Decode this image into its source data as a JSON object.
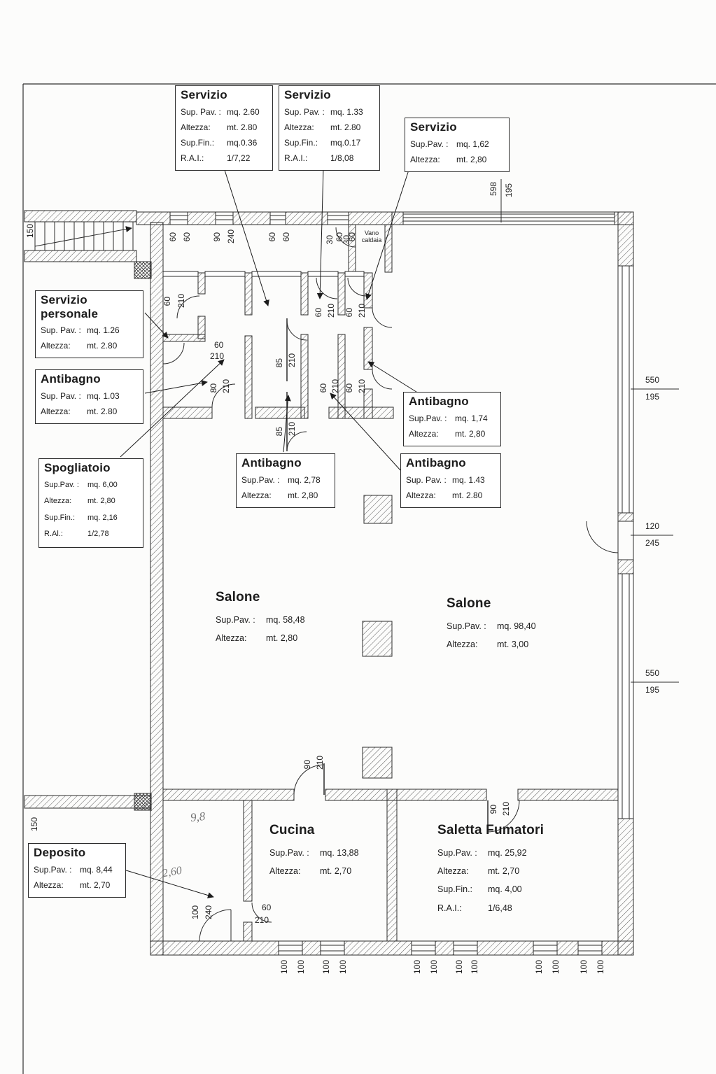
{
  "boxes": {
    "servizio1": {
      "title": "Servizio",
      "rows": [
        {
          "l": "Sup. Pav. :",
          "v": "mq. 2.60"
        },
        {
          "l": "Altezza:",
          "v": "mt. 2.80"
        },
        {
          "l": "Sup.Fin.:",
          "v": "mq.0.36"
        },
        {
          "l": "R.A.I.:",
          "v": "1/7,22"
        }
      ]
    },
    "servizio2": {
      "title": "Servizio",
      "rows": [
        {
          "l": "Sup. Pav. :",
          "v": "mq. 1.33"
        },
        {
          "l": "Altezza:",
          "v": "mt. 2.80"
        },
        {
          "l": "Sup.Fin.:",
          "v": "mq.0.17"
        },
        {
          "l": "R.A.I.:",
          "v": "1/8,08"
        }
      ]
    },
    "servizio3": {
      "title": "Servizio",
      "rows": [
        {
          "l": "Sup.Pav. :",
          "v": "mq. 1,62"
        },
        {
          "l": "Altezza:",
          "v": "mt. 2,80"
        }
      ]
    },
    "servizio_personale": {
      "title": "Servizio personale",
      "rows": [
        {
          "l": "Sup. Pav. :",
          "v": "mq. 1.26"
        },
        {
          "l": "Altezza:",
          "v": "mt. 2.80"
        }
      ]
    },
    "antibagno_103": {
      "title": "Antibagno",
      "rows": [
        {
          "l": "Sup. Pav. :",
          "v": "mq. 1.03"
        },
        {
          "l": "Altezza:",
          "v": "mt. 2.80"
        }
      ]
    },
    "spogliatoio": {
      "title": "Spogliatoio",
      "rows": [
        {
          "l": "Sup.Pav. :",
          "v": "mq. 6,00"
        },
        {
          "l": "Altezza:",
          "v": "mt. 2,80"
        },
        {
          "l": "Sup.Fin.:",
          "v": "mq. 2,16"
        },
        {
          "l": "R.Al.:",
          "v": "1/2,78"
        }
      ]
    },
    "antibagno_278": {
      "title": "Antibagno",
      "rows": [
        {
          "l": "Sup.Pav. :",
          "v": "mq. 2,78"
        },
        {
          "l": "Altezza:",
          "v": "mt. 2,80"
        }
      ]
    },
    "antibagno_174": {
      "title": "Antibagno",
      "rows": [
        {
          "l": "Sup.Pav. :",
          "v": "mq. 1,74"
        },
        {
          "l": "Altezza:",
          "v": "mt. 2,80"
        }
      ]
    },
    "antibagno_143": {
      "title": "Antibagno",
      "rows": [
        {
          "l": "Sup. Pav. :",
          "v": "mq. 1.43"
        },
        {
          "l": "Altezza:",
          "v": "mt. 2.80"
        }
      ]
    },
    "deposito": {
      "title": "Deposito",
      "rows": [
        {
          "l": "Sup.Pav. :",
          "v": "mq. 8,44"
        },
        {
          "l": "Altezza:",
          "v": "mt. 2,70"
        }
      ]
    }
  },
  "labels": {
    "salone_left": {
      "title": "Salone",
      "rows": [
        {
          "l": "Sup.Pav. :",
          "v": "mq. 58,48"
        },
        {
          "l": "Altezza:",
          "v": "mt. 2,80"
        }
      ]
    },
    "salone_right": {
      "title": "Salone",
      "rows": [
        {
          "l": "Sup.Pav. :",
          "v": "mq. 98,40"
        },
        {
          "l": "Altezza:",
          "v": "mt. 3,00"
        }
      ]
    },
    "cucina": {
      "title": "Cucina",
      "rows": [
        {
          "l": "Sup.Pav. :",
          "v": "mq. 13,88"
        },
        {
          "l": "Altezza:",
          "v": "mt. 2,70"
        }
      ]
    },
    "saletta": {
      "title": "Saletta Fumatori",
      "rows": [
        {
          "l": "Sup.Pav. :",
          "v": "mq. 25,92"
        },
        {
          "l": "Altezza:",
          "v": "mt. 2,70"
        },
        {
          "l": "Sup.Fin.:",
          "v": "mq. 4,00"
        },
        {
          "l": "R.A.I.:",
          "v": "1/6,48"
        }
      ]
    },
    "vano": {
      "line1": "Vano",
      "line2": "caldaia"
    }
  },
  "dims": {
    "top": [
      "60",
      "60",
      "90",
      "240",
      "60",
      "60",
      "30",
      "60",
      "30",
      "60"
    ],
    "win_top": [
      "598",
      "195"
    ],
    "right1": [
      "550",
      "195"
    ],
    "right2": [
      "120",
      "245"
    ],
    "right3": [
      "550",
      "195"
    ],
    "stair": "150",
    "left_low": "150",
    "pairs": [
      [
        "60",
        "210"
      ],
      [
        "60",
        "210"
      ],
      [
        "80",
        "210"
      ],
      [
        "85",
        "210"
      ],
      [
        "85",
        "210"
      ],
      [
        "60",
        "210"
      ],
      [
        "60",
        "210"
      ],
      [
        "60",
        "210"
      ],
      [
        "60",
        "210"
      ],
      [
        "90",
        "210"
      ],
      [
        "90",
        "210"
      ],
      [
        "100",
        "240"
      ],
      [
        "60",
        "210"
      ]
    ],
    "bottom": [
      "100",
      "100",
      "100",
      "100",
      "100",
      "100",
      "100",
      "100",
      "100",
      "100",
      "100",
      "100"
    ]
  },
  "notes": {
    "hand1": "9,8",
    "hand2": "2,60"
  }
}
